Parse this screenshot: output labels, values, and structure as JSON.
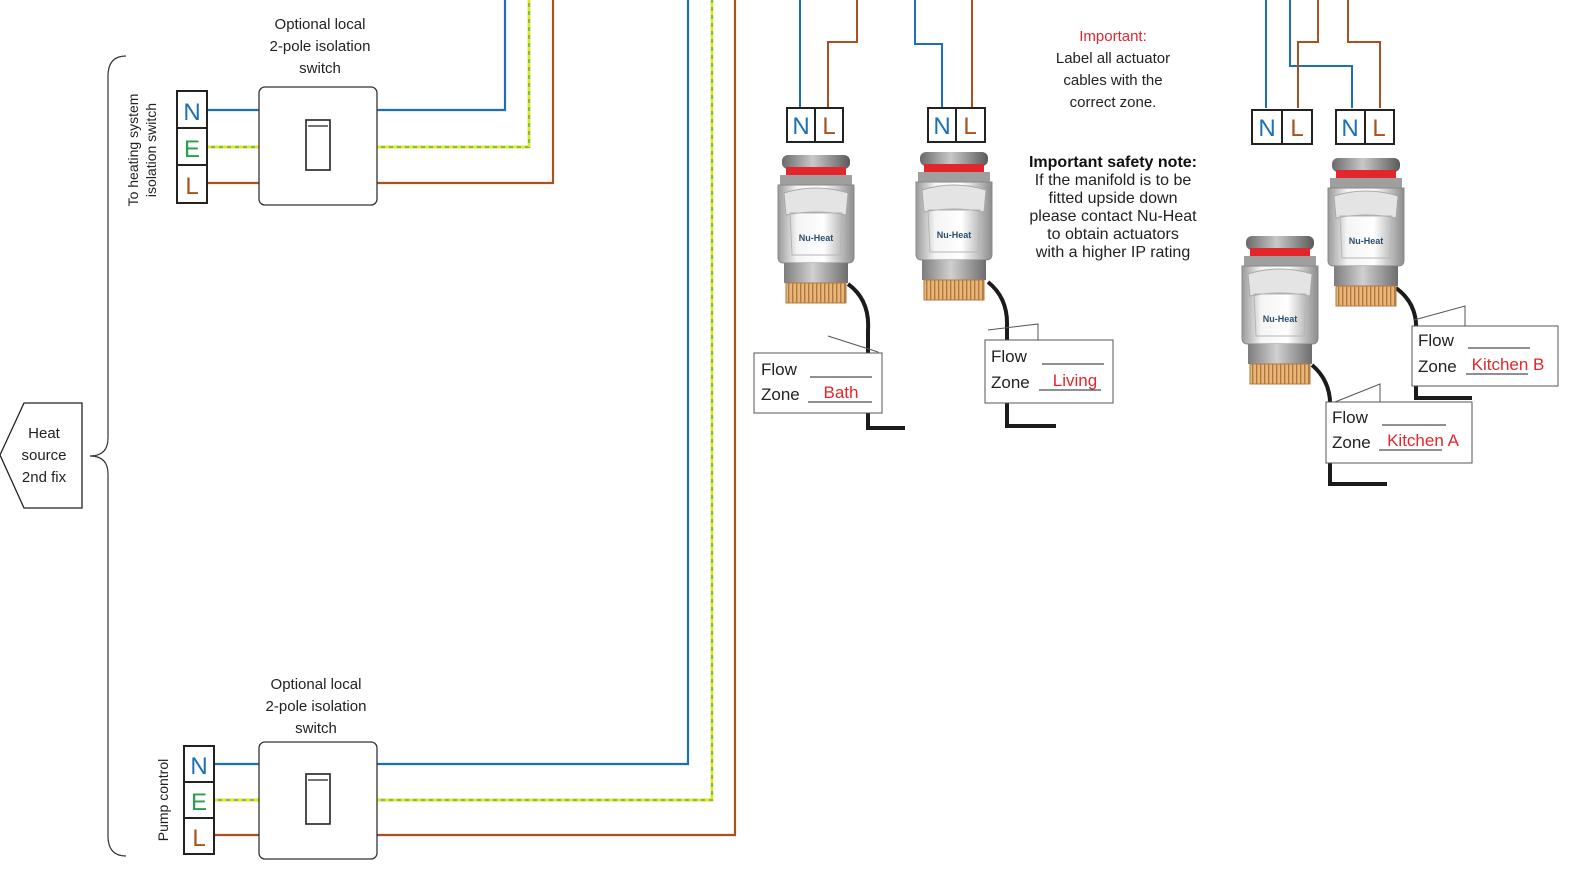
{
  "left": {
    "heat_source": [
      "Heat",
      "source",
      "2nd fix"
    ],
    "switch_caption_top": [
      "Optional local",
      "2-pole isolation",
      "switch"
    ],
    "switch_caption_bottom": [
      "Optional local",
      "2-pole isolation",
      "switch"
    ],
    "heating_isolation_label": [
      "To heating system",
      "isolation switch"
    ],
    "pump_control_label": "Pump control",
    "terminals": {
      "n": "N",
      "e": "E",
      "l": "L"
    }
  },
  "notes": {
    "important_heading": "Important:",
    "important_lines": [
      "Label all actuator",
      "cables with the",
      "correct zone."
    ],
    "safety_heading": "Important safety note:",
    "safety_lines": [
      "If the manifold is to be",
      "fitted upside down",
      "please contact Nu-Heat",
      "to obtain actuators",
      "with a higher IP rating"
    ]
  },
  "actuators": [
    {
      "brand": "Nu-Heat",
      "terminal_n": "N",
      "terminal_l": "L",
      "flow_label": "Flow",
      "zone_label": "Zone",
      "zone_value": "Bath"
    },
    {
      "brand": "Nu-Heat",
      "terminal_n": "N",
      "terminal_l": "L",
      "flow_label": "Flow",
      "zone_label": "Zone",
      "zone_value": "Living"
    },
    {
      "brand": "Nu-Heat",
      "terminal_n": "N",
      "terminal_l": "L",
      "flow_label": "Flow",
      "zone_label": "Zone",
      "zone_value": "Kitchen A"
    },
    {
      "brand": "Nu-Heat",
      "terminal_n": "N",
      "terminal_l": "L",
      "flow_label": "Flow",
      "zone_label": "Zone",
      "zone_value": "Kitchen B"
    }
  ],
  "colors": {
    "neutral": "#1c6fb8",
    "live": "#a8521e",
    "earth_green": "#7fbf3f",
    "earth_yellow": "#f2e600",
    "accent_red": "#e3262b"
  }
}
